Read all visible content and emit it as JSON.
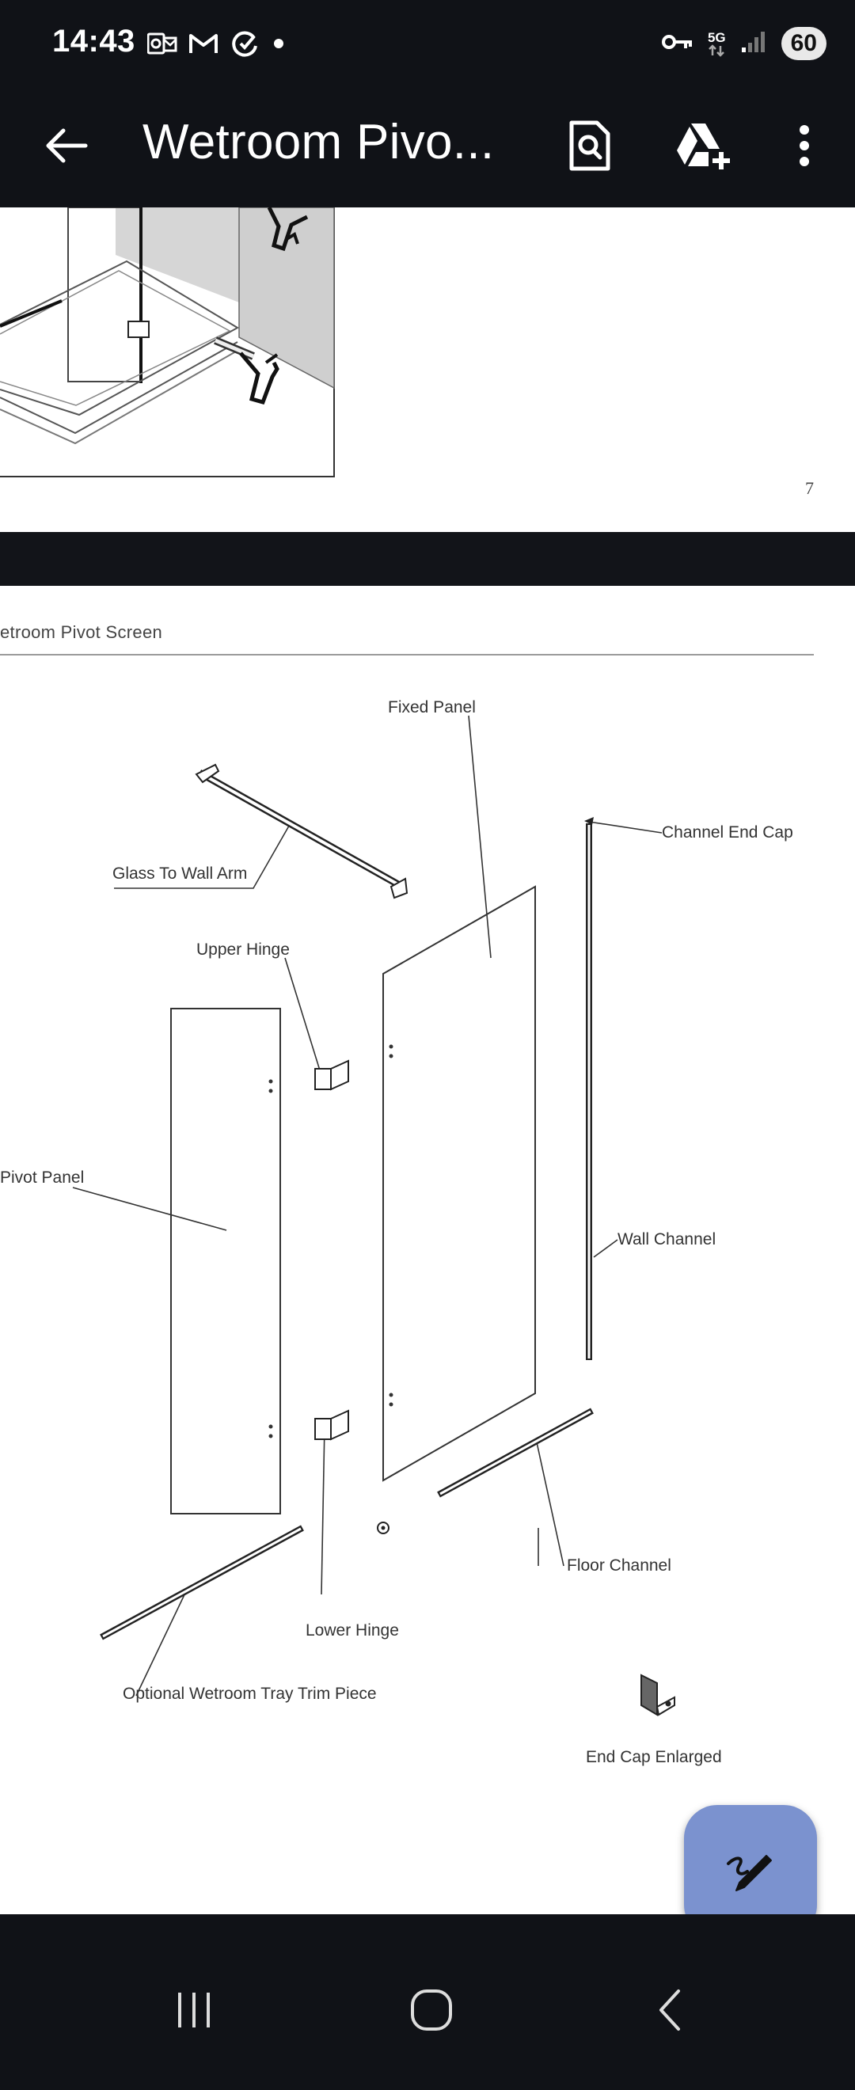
{
  "status_bar": {
    "time": "14:43",
    "notification_icons": [
      "outlook-icon",
      "gmail-icon",
      "sync-icon",
      "dot-icon"
    ],
    "network_type": "5G",
    "battery_level": "60"
  },
  "app_bar": {
    "title": "Wetroom Pivo...",
    "actions": [
      "back-arrow-icon",
      "search-document-icon",
      "google-drive-add-icon",
      "more-vert-icon"
    ]
  },
  "previous_page": {
    "page_number": "7"
  },
  "current_page": {
    "header": "etroom Pivot Screen",
    "labels": {
      "fixed_panel": "Fixed Panel",
      "channel_end_cap": "Channel End Cap",
      "glass_to_wall_arm": "Glass To Wall Arm",
      "upper_hinge": "Upper Hinge",
      "pivot_panel": "Pivot Panel",
      "wall_channel": "Wall Channel",
      "floor_channel": "Floor Channel",
      "lower_hinge": "Lower Hinge",
      "tray_trim": "Optional Wetroom Tray Trim Piece",
      "end_cap_enlarged": "End Cap Enlarged"
    }
  },
  "fab": {
    "icon": "edit-pen-icon"
  },
  "nav_bar": {
    "buttons": [
      "recent-apps-icon",
      "home-icon",
      "back-nav-icon"
    ]
  },
  "colors": {
    "background": "#101217",
    "page": "#ffffff",
    "fab": "#7b92cf",
    "text_light": "#ffffff"
  }
}
